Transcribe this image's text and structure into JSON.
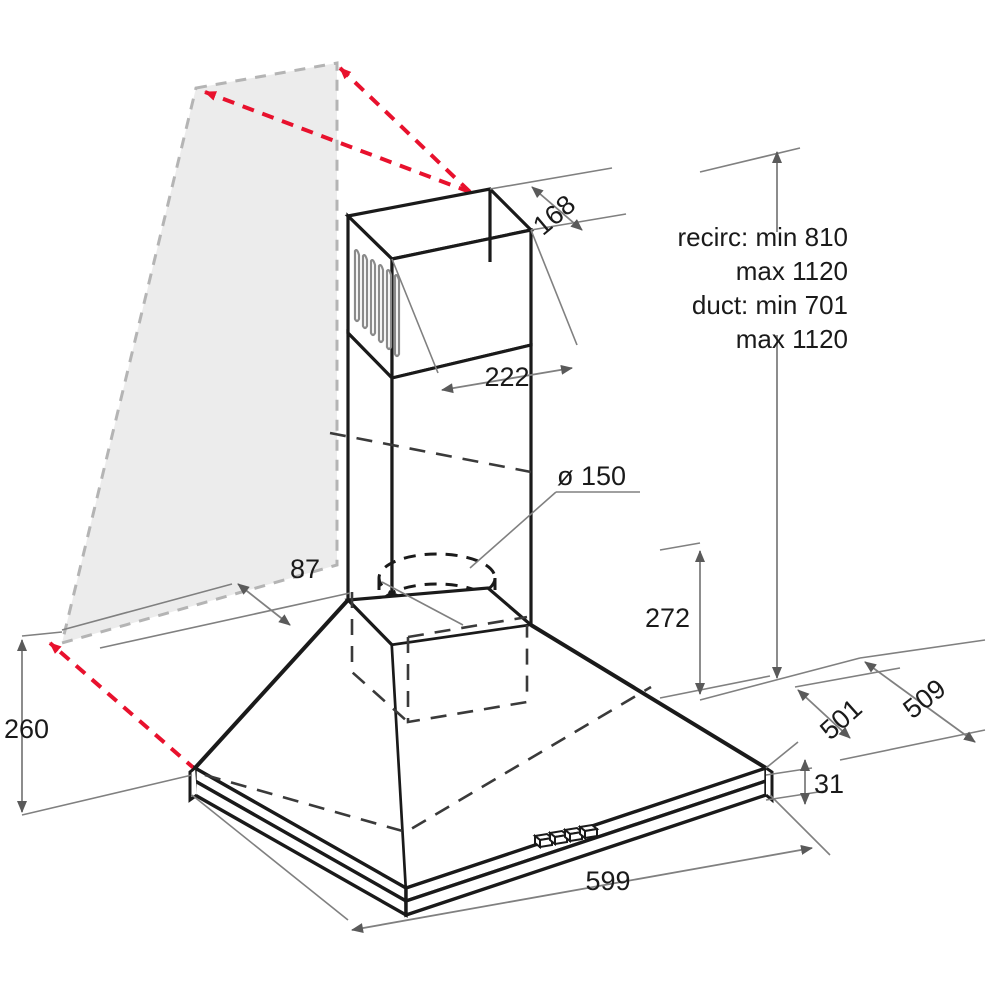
{
  "drawing": {
    "title": "Cooker hood chimney installation dimension drawing",
    "units": "mm",
    "product": "wall-mounted pyramid cooker hood"
  },
  "colors": {
    "outline": "#1a1a1a",
    "hidden_line": "#3a3a3a",
    "dimension_line": "#808080",
    "arrow_fill": "#5a5a5a",
    "wall_fill": "#ececec",
    "wall_edge": "#b4b4b4",
    "clearance_arrow": "#e8112d",
    "text": "#1a1a1a",
    "background": "#ffffff"
  },
  "dimensions": {
    "chimney_top_depth": "168",
    "chimney_width": "222",
    "duct_diameter": "ø 150",
    "wall_offset": "87",
    "hood_depth_left": "260",
    "canopy_height": "272",
    "canopy_depth_501": "501",
    "canopy_depth_509": "509",
    "rim_height": "31",
    "hood_width": "599"
  },
  "height_note": {
    "line1": "recirc: min 810",
    "line2": "max 1120",
    "line3": "duct: min 701",
    "line4": "max 1120"
  },
  "controls": {
    "button_count": 4,
    "label": "control-buttons"
  }
}
